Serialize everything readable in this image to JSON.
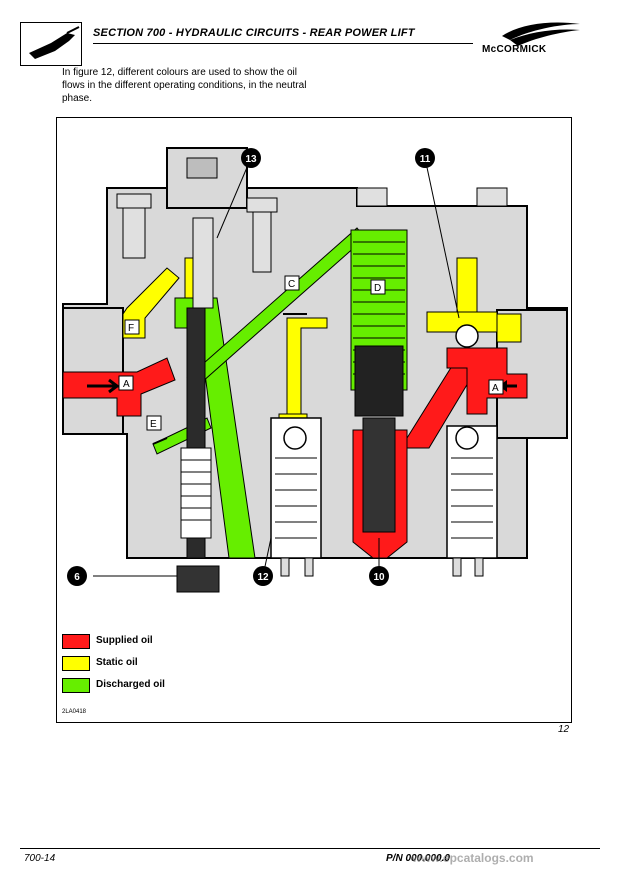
{
  "header": {
    "section_title": "SECTION 700 - HYDRAULIC CIRCUITS - REAR POWER LIFT",
    "brand": "McCORMICK"
  },
  "intro_text": "In figure 12, different colours are used to show the oil flows in the different operating conditions, in the neutral phase.",
  "figure": {
    "callouts": [
      "13",
      "11",
      "6",
      "12",
      "10"
    ],
    "flow_labels": [
      "A",
      "A",
      "C",
      "D",
      "E",
      "F"
    ],
    "code": "2LA0418",
    "number": "12"
  },
  "legend": [
    {
      "label": "Supplied oil",
      "color": "#ff1a1a"
    },
    {
      "label": "Static oil",
      "color": "#ffff00"
    },
    {
      "label": "Discharged oil",
      "color": "#66ee00"
    }
  ],
  "colors": {
    "supplied": "#ff1a1a",
    "static": "#ffff00",
    "discharged": "#66ee00",
    "body": "#d9d9d9"
  },
  "footer": {
    "page": "700-14",
    "part_number": "P/N 000.000.0",
    "watermark": "www.epcatalogs.com"
  }
}
